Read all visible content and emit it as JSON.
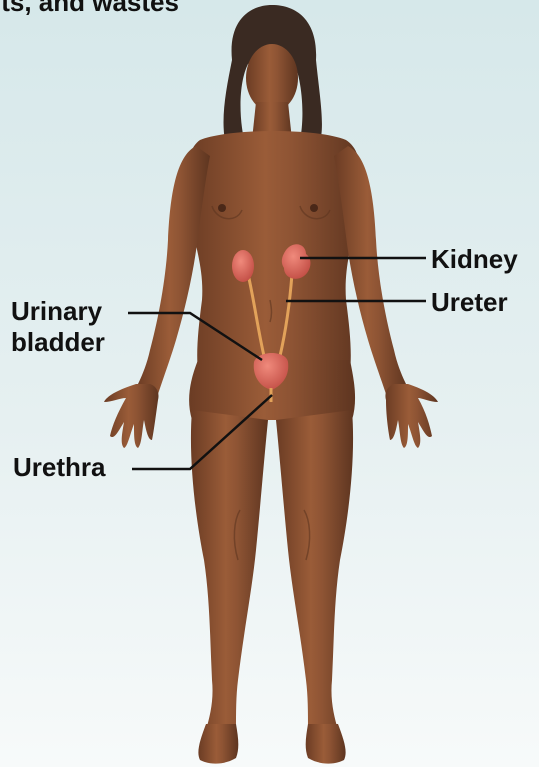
{
  "header": {
    "text": "lts, and wastes"
  },
  "labels": {
    "kidney": "Kidney",
    "ureter": "Ureter",
    "bladder_line1": "Urinary",
    "bladder_line2": "bladder",
    "urethra": "Urethra"
  },
  "colors": {
    "background_top": "#d6e8ea",
    "background_bottom": "#f7fafa",
    "skin": "#8a5232",
    "skin_shadow": "#5e3520",
    "hair": "#3a2a22",
    "organ": "#d9665a",
    "ureter": "#e2a25a",
    "leader_line": "#111111"
  }
}
